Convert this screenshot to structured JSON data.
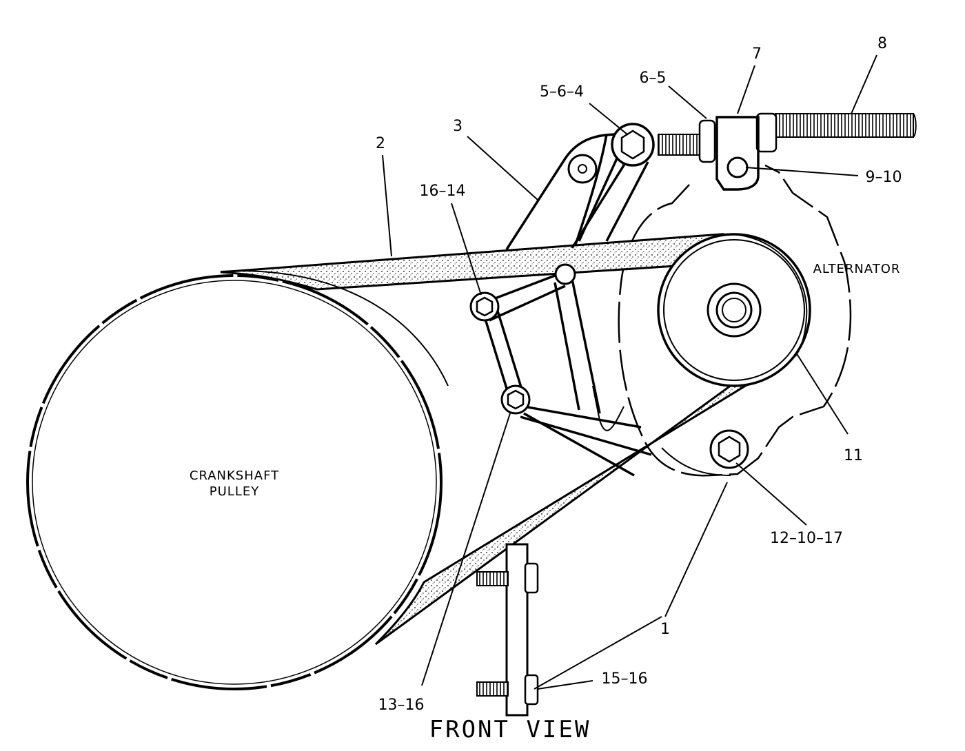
{
  "title": "FRONT VIEW",
  "components": {
    "crankshaft_pulley": "CRANKSHAFT\nPULLEY",
    "crankshaft_line1": "CRANKSHAFT",
    "crankshaft_line2": "PULLEY",
    "alternator": "ALTERNATOR"
  },
  "callouts": [
    {
      "id": "c1",
      "text": "1"
    },
    {
      "id": "c2",
      "text": "2"
    },
    {
      "id": "c3",
      "text": "3"
    },
    {
      "id": "c564",
      "text": "5–6–4"
    },
    {
      "id": "c65",
      "text": "6–5"
    },
    {
      "id": "c7",
      "text": "7"
    },
    {
      "id": "c8",
      "text": "8"
    },
    {
      "id": "c910",
      "text": "9–10"
    },
    {
      "id": "c1614",
      "text": "16–14"
    },
    {
      "id": "c11",
      "text": "11"
    },
    {
      "id": "c121017",
      "text": "12–10–17"
    },
    {
      "id": "c1316",
      "text": "13–16"
    },
    {
      "id": "c1516",
      "text": "15–16"
    }
  ],
  "colors": {
    "line": "#000000",
    "background": "#ffffff"
  }
}
